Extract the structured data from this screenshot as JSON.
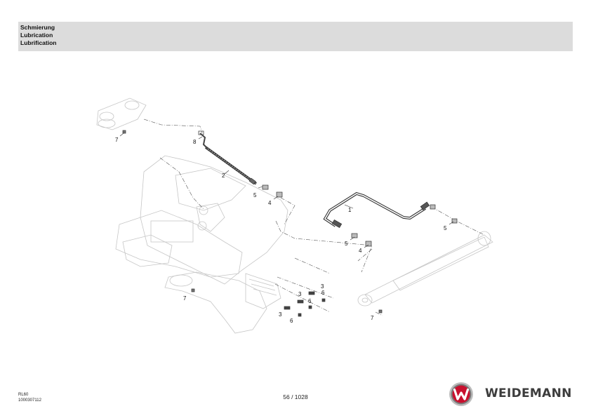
{
  "header": {
    "title_de": "Schmierung",
    "title_en": "Lubrication",
    "title_fr": "Lubrification"
  },
  "callouts": [
    {
      "id": "c1",
      "text": "1"
    },
    {
      "id": "c2",
      "text": "2"
    },
    {
      "id": "c3a",
      "text": "3"
    },
    {
      "id": "c3b",
      "text": "3"
    },
    {
      "id": "c3c",
      "text": "3"
    },
    {
      "id": "c4a",
      "text": "4"
    },
    {
      "id": "c4b",
      "text": "4"
    },
    {
      "id": "c5a",
      "text": "5"
    },
    {
      "id": "c5b",
      "text": "5"
    },
    {
      "id": "c5c",
      "text": "5"
    },
    {
      "id": "c6a",
      "text": "6"
    },
    {
      "id": "c6b",
      "text": "6"
    },
    {
      "id": "c6c",
      "text": "6"
    },
    {
      "id": "c7a",
      "text": "7"
    },
    {
      "id": "c7b",
      "text": "7"
    },
    {
      "id": "c7c",
      "text": "7"
    },
    {
      "id": "c8",
      "text": "8"
    }
  ],
  "footer": {
    "model": "RL60",
    "doc_number": "1000307112",
    "page_number": "56 / 1028",
    "brand": "WEIDEMANN",
    "logo_icon": "weidemann-w-emblem-icon",
    "brand_red": "#c8102e"
  }
}
